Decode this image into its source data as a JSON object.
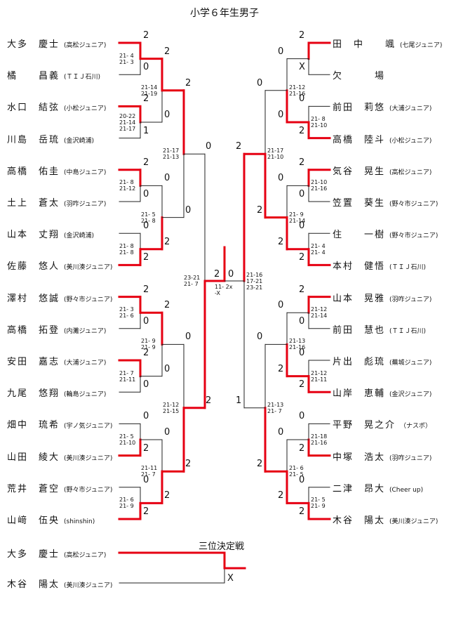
{
  "title": "小学６年生男子",
  "colors": {
    "win": "#e60012",
    "line": "#222222"
  },
  "left_players": [
    {
      "name": "大多　慶士",
      "club": "(高松ジュニア)"
    },
    {
      "name": "橘　　昌義",
      "club": "(ＴＩＪ石川)"
    },
    {
      "name": "水口　結弦",
      "club": "(小松ジュニア)"
    },
    {
      "name": "川島　岳琉",
      "club": "(金沢崎浦)"
    },
    {
      "name": "高橋　佑圭",
      "club": "(中島ジュニア)"
    },
    {
      "name": "土上　蒼太",
      "club": "(羽咋ジュニア)"
    },
    {
      "name": "山本　丈翔",
      "club": "(金沢崎浦)"
    },
    {
      "name": "佐藤　悠人",
      "club": "(美川湊ジュニア)"
    },
    {
      "name": "澤村　悠誠",
      "club": "(野々市ジュニア)"
    },
    {
      "name": "高橋　拓登",
      "club": "(内灘ジュニア)"
    },
    {
      "name": "安田　嘉志",
      "club": "(大浦ジュニア)"
    },
    {
      "name": "九尾　悠翔",
      "club": "(輪島ジュニア)"
    },
    {
      "name": "畑中　琉希",
      "club": "(宇ノ気ジュニア)"
    },
    {
      "name": "山田　綾大",
      "club": "(美川湊ジュニア)"
    },
    {
      "name": "荒井　蒼空",
      "club": "(野々市ジュニア)"
    },
    {
      "name": "山﨑　伍央",
      "club": "(shinshin)"
    }
  ],
  "right_players": [
    {
      "name": "田　中　　颯",
      "club": "(七尾ジュニア)"
    },
    {
      "name": "欠　　　場",
      "club": ""
    },
    {
      "name": "前田　莉悠",
      "club": "(大浦ジュニア)"
    },
    {
      "name": "高橋　陸斗",
      "club": "(小松ジュニア)"
    },
    {
      "name": "気谷　晃生",
      "club": "(高松ジュニア)"
    },
    {
      "name": "笠置　葵生",
      "club": "(野々市ジュニア)"
    },
    {
      "name": "住　　一樹",
      "club": "(野々市ジュニア)"
    },
    {
      "name": "本村　健悟",
      "club": "(ＴＩＪ石川)"
    },
    {
      "name": "山本　晃雅",
      "club": "(羽咋ジュニア)"
    },
    {
      "name": "前田　慧也",
      "club": "(ＴＩＪ石川)"
    },
    {
      "name": "片出　彪琉",
      "club": "(蕪城ジュニア)"
    },
    {
      "name": "山岸　恵輔",
      "club": "(金沢ジュニア)"
    },
    {
      "name": "平野　晃之介",
      "club": "（ナスポ）"
    },
    {
      "name": "中塚　浩太",
      "club": "(羽咋ジュニア)"
    },
    {
      "name": "二津　昂大",
      "club": "(Cheer up)"
    },
    {
      "name": "木谷　陽太",
      "club": "(美川湊ジュニア)"
    }
  ],
  "left_r1": [
    {
      "s": [
        "2",
        "0"
      ],
      "g": "21- 4\n21- 3",
      "w": 0
    },
    {
      "s": [
        "2",
        "1"
      ],
      "g": "20-22\n21-14\n21-17",
      "w": 0
    },
    {
      "s": [
        "2",
        "0"
      ],
      "g": "21- 8\n21-12",
      "w": 0
    },
    {
      "s": [
        "0",
        "2"
      ],
      "g": "21- 8\n21- 8",
      "w": 1
    },
    {
      "s": [
        "2",
        "0"
      ],
      "g": "21- 3\n21- 6",
      "w": 0
    },
    {
      "s": [
        "2",
        "0"
      ],
      "g": "21- 7\n21-11",
      "w": 0
    },
    {
      "s": [
        "0",
        "2"
      ],
      "g": "21- 5\n21-10",
      "w": 1
    },
    {
      "s": [
        "0",
        "2"
      ],
      "g": "21- 6\n21- 9",
      "w": 1
    }
  ],
  "left_r2": [
    {
      "s": [
        "2",
        "0"
      ],
      "g": "21-14\n21-19",
      "w": 0
    },
    {
      "s": [
        "0",
        "2"
      ],
      "g": "21- 5\n21- 8",
      "w": 1
    },
    {
      "s": [
        "2",
        "0"
      ],
      "g": "21- 9\n21- 9",
      "w": 0
    },
    {
      "s": [
        "0",
        "2"
      ],
      "g": "21-11\n21- 7",
      "w": 1
    }
  ],
  "left_r3": [
    {
      "s": [
        "2",
        "0"
      ],
      "g": "21-17\n21-13",
      "w": 0
    },
    {
      "s": [
        "0",
        "2"
      ],
      "g": "21-12\n21-15",
      "w": 1
    }
  ],
  "left_sf": {
    "s": [
      "0",
      "2"
    ],
    "g": "23-21\n21- 7",
    "w": 1
  },
  "right_r1": [
    {
      "s": [
        "2",
        "X"
      ],
      "g": "",
      "w": 0
    },
    {
      "s": [
        "0",
        "2"
      ],
      "g": "21- 8\n21-10",
      "w": 1
    },
    {
      "s": [
        "2",
        "0"
      ],
      "g": "21-10\n21-16",
      "w": 0
    },
    {
      "s": [
        "0",
        "2"
      ],
      "g": "21- 4\n21- 4",
      "w": 1
    },
    {
      "s": [
        "2",
        "0"
      ],
      "g": "21-12\n21-14",
      "w": 0
    },
    {
      "s": [
        "0",
        "2"
      ],
      "g": "21-12\n21-11",
      "w": 1
    },
    {
      "s": [
        "0",
        "2"
      ],
      "g": "21-18\n21-16",
      "w": 1
    },
    {
      "s": [
        "0",
        "2"
      ],
      "g": "21- 5\n21- 9",
      "w": 1
    }
  ],
  "right_r2": [
    {
      "s": [
        "0",
        "0"
      ],
      "g": "21-12\n21-16",
      "w": 1
    },
    {
      "s": [
        "0",
        "2"
      ],
      "g": "21- 9\n21-14",
      "w": 1
    },
    {
      "s": [
        "0",
        "2"
      ],
      "g": "21-13\n21-16",
      "w": 1
    },
    {
      "s": [
        "0",
        "2"
      ],
      "g": "21- 6\n21- 5",
      "w": 1
    }
  ],
  "right_r3": [
    {
      "s": [
        "0",
        "2"
      ],
      "g": "21-17\n21-10",
      "w": 1
    },
    {
      "s": [
        "0",
        "2"
      ],
      "g": "21-13\n21- 7",
      "w": 1
    }
  ],
  "right_sf": {
    "s": [
      "2",
      "1"
    ],
    "g": "21-16\n17-21\n23-21",
    "w": 0
  },
  "final": {
    "s": [
      "2",
      "0"
    ],
    "g": "11- 2x\n-X"
  },
  "third_place": {
    "title": "三位決定戦",
    "players": [
      {
        "name": "大多　慶士",
        "club": "(高松ジュニア)"
      },
      {
        "name": "木谷　陽太",
        "club": "(美川湊ジュニア)"
      }
    ],
    "result": "X"
  }
}
